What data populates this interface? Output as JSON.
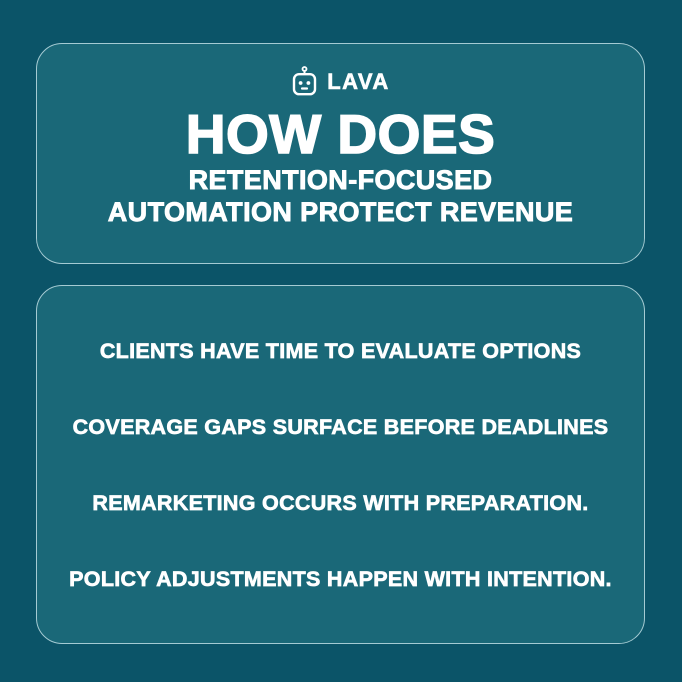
{
  "theme": {
    "background_color": "#0b5468",
    "panel_color": "#1a6878",
    "panel_border_color": "#a5cbd3",
    "text_color": "#ffffff"
  },
  "logo": {
    "brand": "LAVA",
    "icon": "robot-icon"
  },
  "header": {
    "title": "HOW DOES",
    "subtitle_line1": "RETENTION-FOCUSED",
    "subtitle_line2": "AUTOMATION PROTECT REVENUE"
  },
  "statements": [
    {
      "text": "CLIENTS HAVE TIME TO EVALUATE OPTIONS"
    },
    {
      "text": "COVERAGE GAPS SURFACE BEFORE DEADLINES"
    },
    {
      "text": "REMARKETING OCCURS WITH PREPARATION."
    },
    {
      "text": "POLICY ADJUSTMENTS HAPPEN WITH INTENTION."
    }
  ]
}
